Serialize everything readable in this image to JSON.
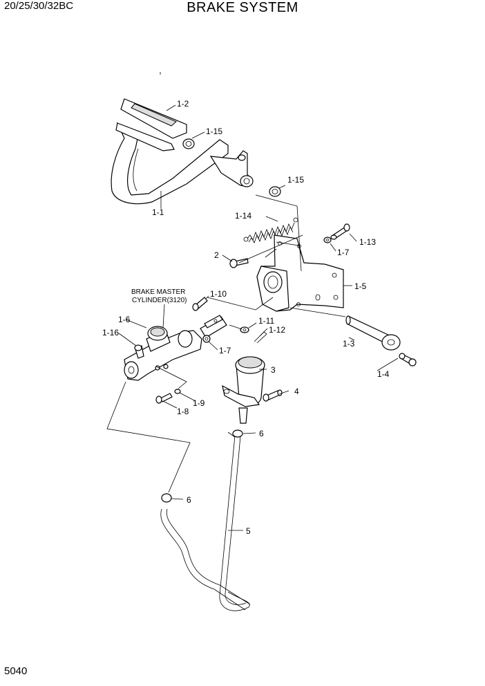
{
  "header": {
    "model": "20/25/30/32BC",
    "title": "BRAKE SYSTEM"
  },
  "footer": {
    "page_number": "5040"
  },
  "note": {
    "line1": "BRAKE MASTER",
    "line2": "CYLINDER(3120)"
  },
  "labels": {
    "l_1_2": "1-2",
    "l_1_15a": "1-15",
    "l_1_15b": "1-15",
    "l_1_1": "1-1",
    "l_1_14": "1-14",
    "l_1_13": "1-13",
    "l_1_7a": "1-7",
    "l_2": "2",
    "l_1_5": "1-5",
    "l_1_10": "1-10",
    "l_1_11": "1-11",
    "l_1_12": "1-12",
    "l_1_6": "1-6",
    "l_1_16": "1-16",
    "l_1_7b": "1-7",
    "l_1_3": "1-3",
    "l_1_4": "1-4",
    "l_3": "3",
    "l_4": "4",
    "l_1_9": "1-9",
    "l_1_8": "1-8",
    "l_6a": "6",
    "l_6b": "6",
    "l_5": "5"
  }
}
